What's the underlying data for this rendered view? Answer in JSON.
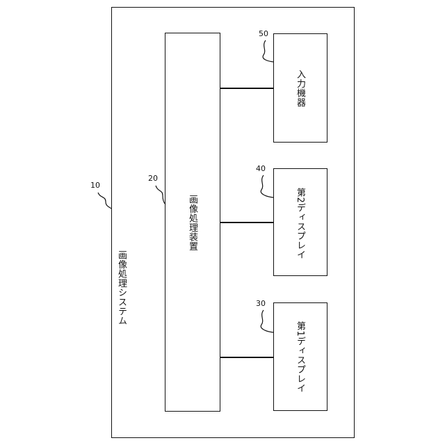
{
  "system": {
    "label": "画像処理システム",
    "ref": "10"
  },
  "processor": {
    "label": "画像処理装置",
    "ref": "20"
  },
  "devices": [
    {
      "label": "入力機器",
      "ref": "50"
    },
    {
      "label": "第2ディスプレイ",
      "ref": "40"
    },
    {
      "label": "第1ディスプレイ",
      "ref": "30"
    }
  ]
}
